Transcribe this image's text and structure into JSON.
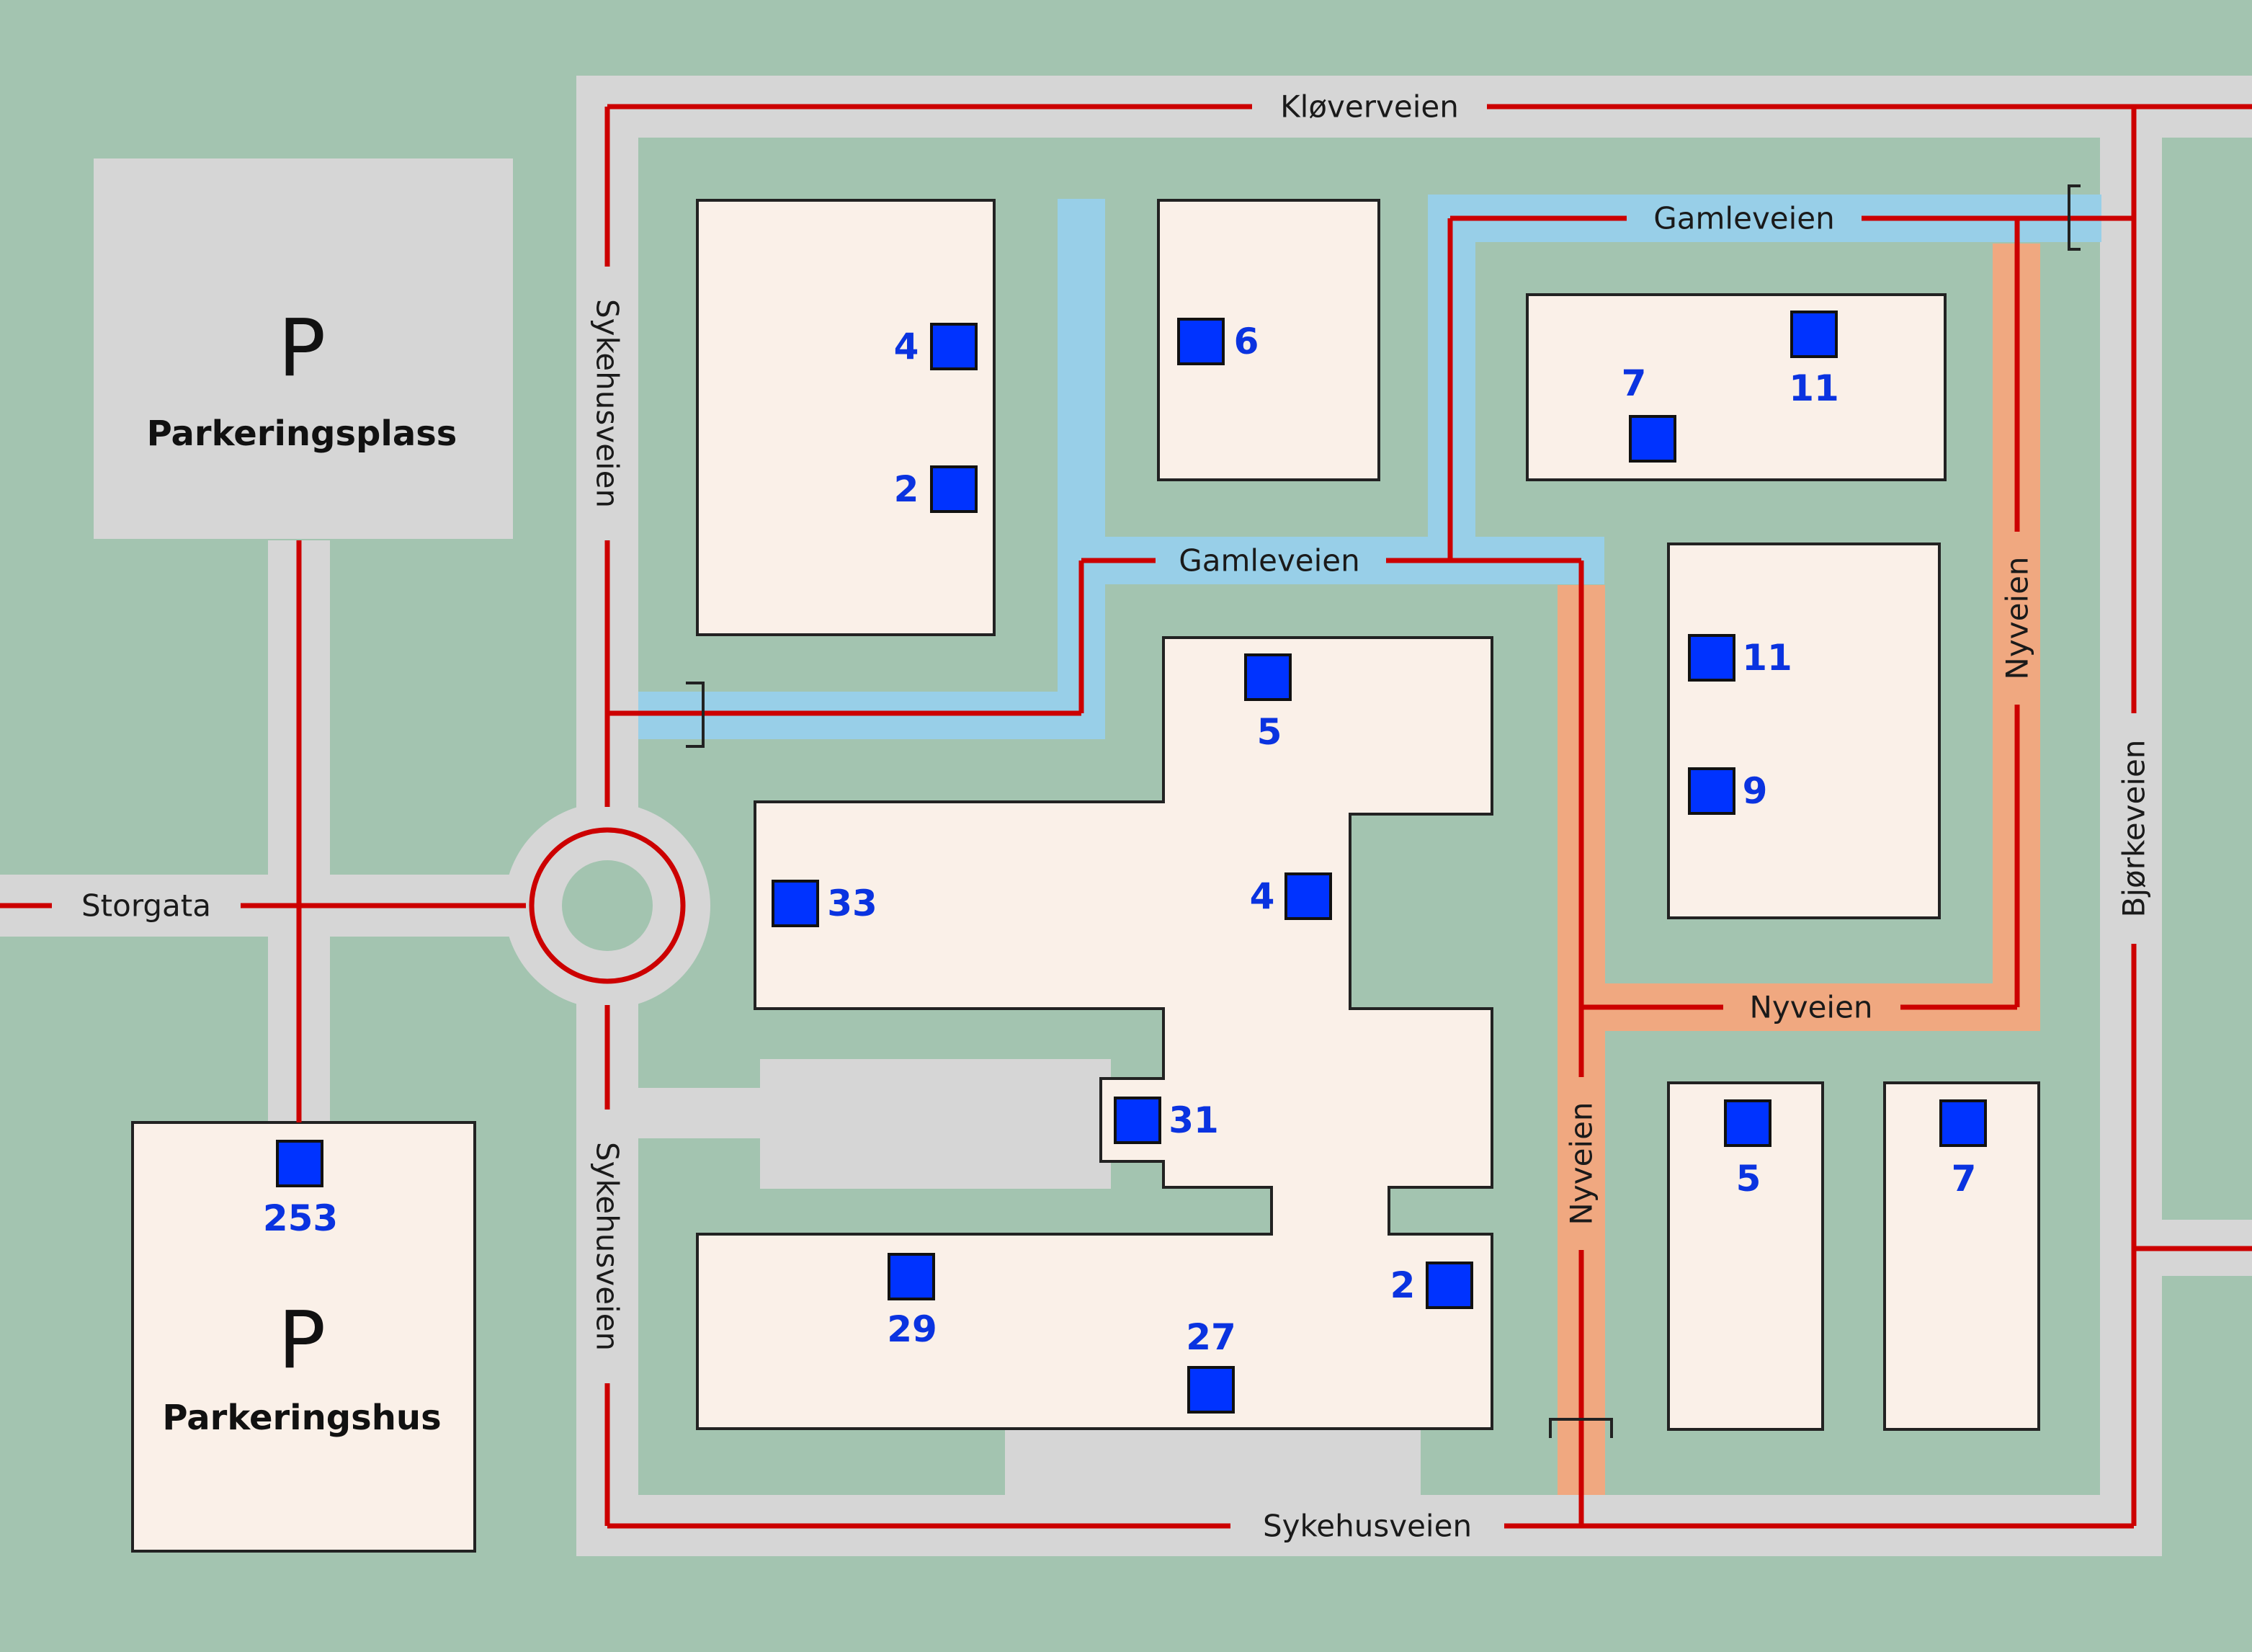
{
  "colors": {
    "background": "#a3c4b0",
    "road": "#d6d6d6",
    "route_line": "#cc0000",
    "gamleveien_highlight": "#98cfe8",
    "nyveien_highlight": "#f0a880",
    "building": "#faf0e8",
    "entrance_marker": "#0033ff",
    "entrance_number": "#0a33e0"
  },
  "parking": {
    "lot": {
      "symbol": "P",
      "label": "Parkeringsplass"
    },
    "garage": {
      "symbol": "P",
      "label": "Parkeringshus"
    }
  },
  "streets": {
    "kloverveien": "Kløverveien",
    "gamleveien_top": "Gamleveien",
    "gamleveien_mid": "Gamleveien",
    "sykehusveien_left_upper": "Sykehusveien",
    "sykehusveien_left_lower": "Sykehusveien",
    "sykehusveien_bottom": "Sykehusveien",
    "storgata": "Storgata",
    "nyveien_right": "Nyveien",
    "nyveien_mid": "Nyveien",
    "nyveien_lower": "Nyveien",
    "bjorkeveien": "Bjørkeveien"
  },
  "entrances": {
    "e4_top": "4",
    "e2_top": "2",
    "e6": "6",
    "e7_top": "7",
    "e11_top": "11",
    "e11_mid": "11",
    "e9": "9",
    "e5_main": "5",
    "e33": "33",
    "e4_main": "4",
    "e31": "31",
    "e29": "29",
    "e27": "27",
    "e2_main": "2",
    "e5_lower": "5",
    "e7_lower": "7",
    "e253": "253"
  }
}
